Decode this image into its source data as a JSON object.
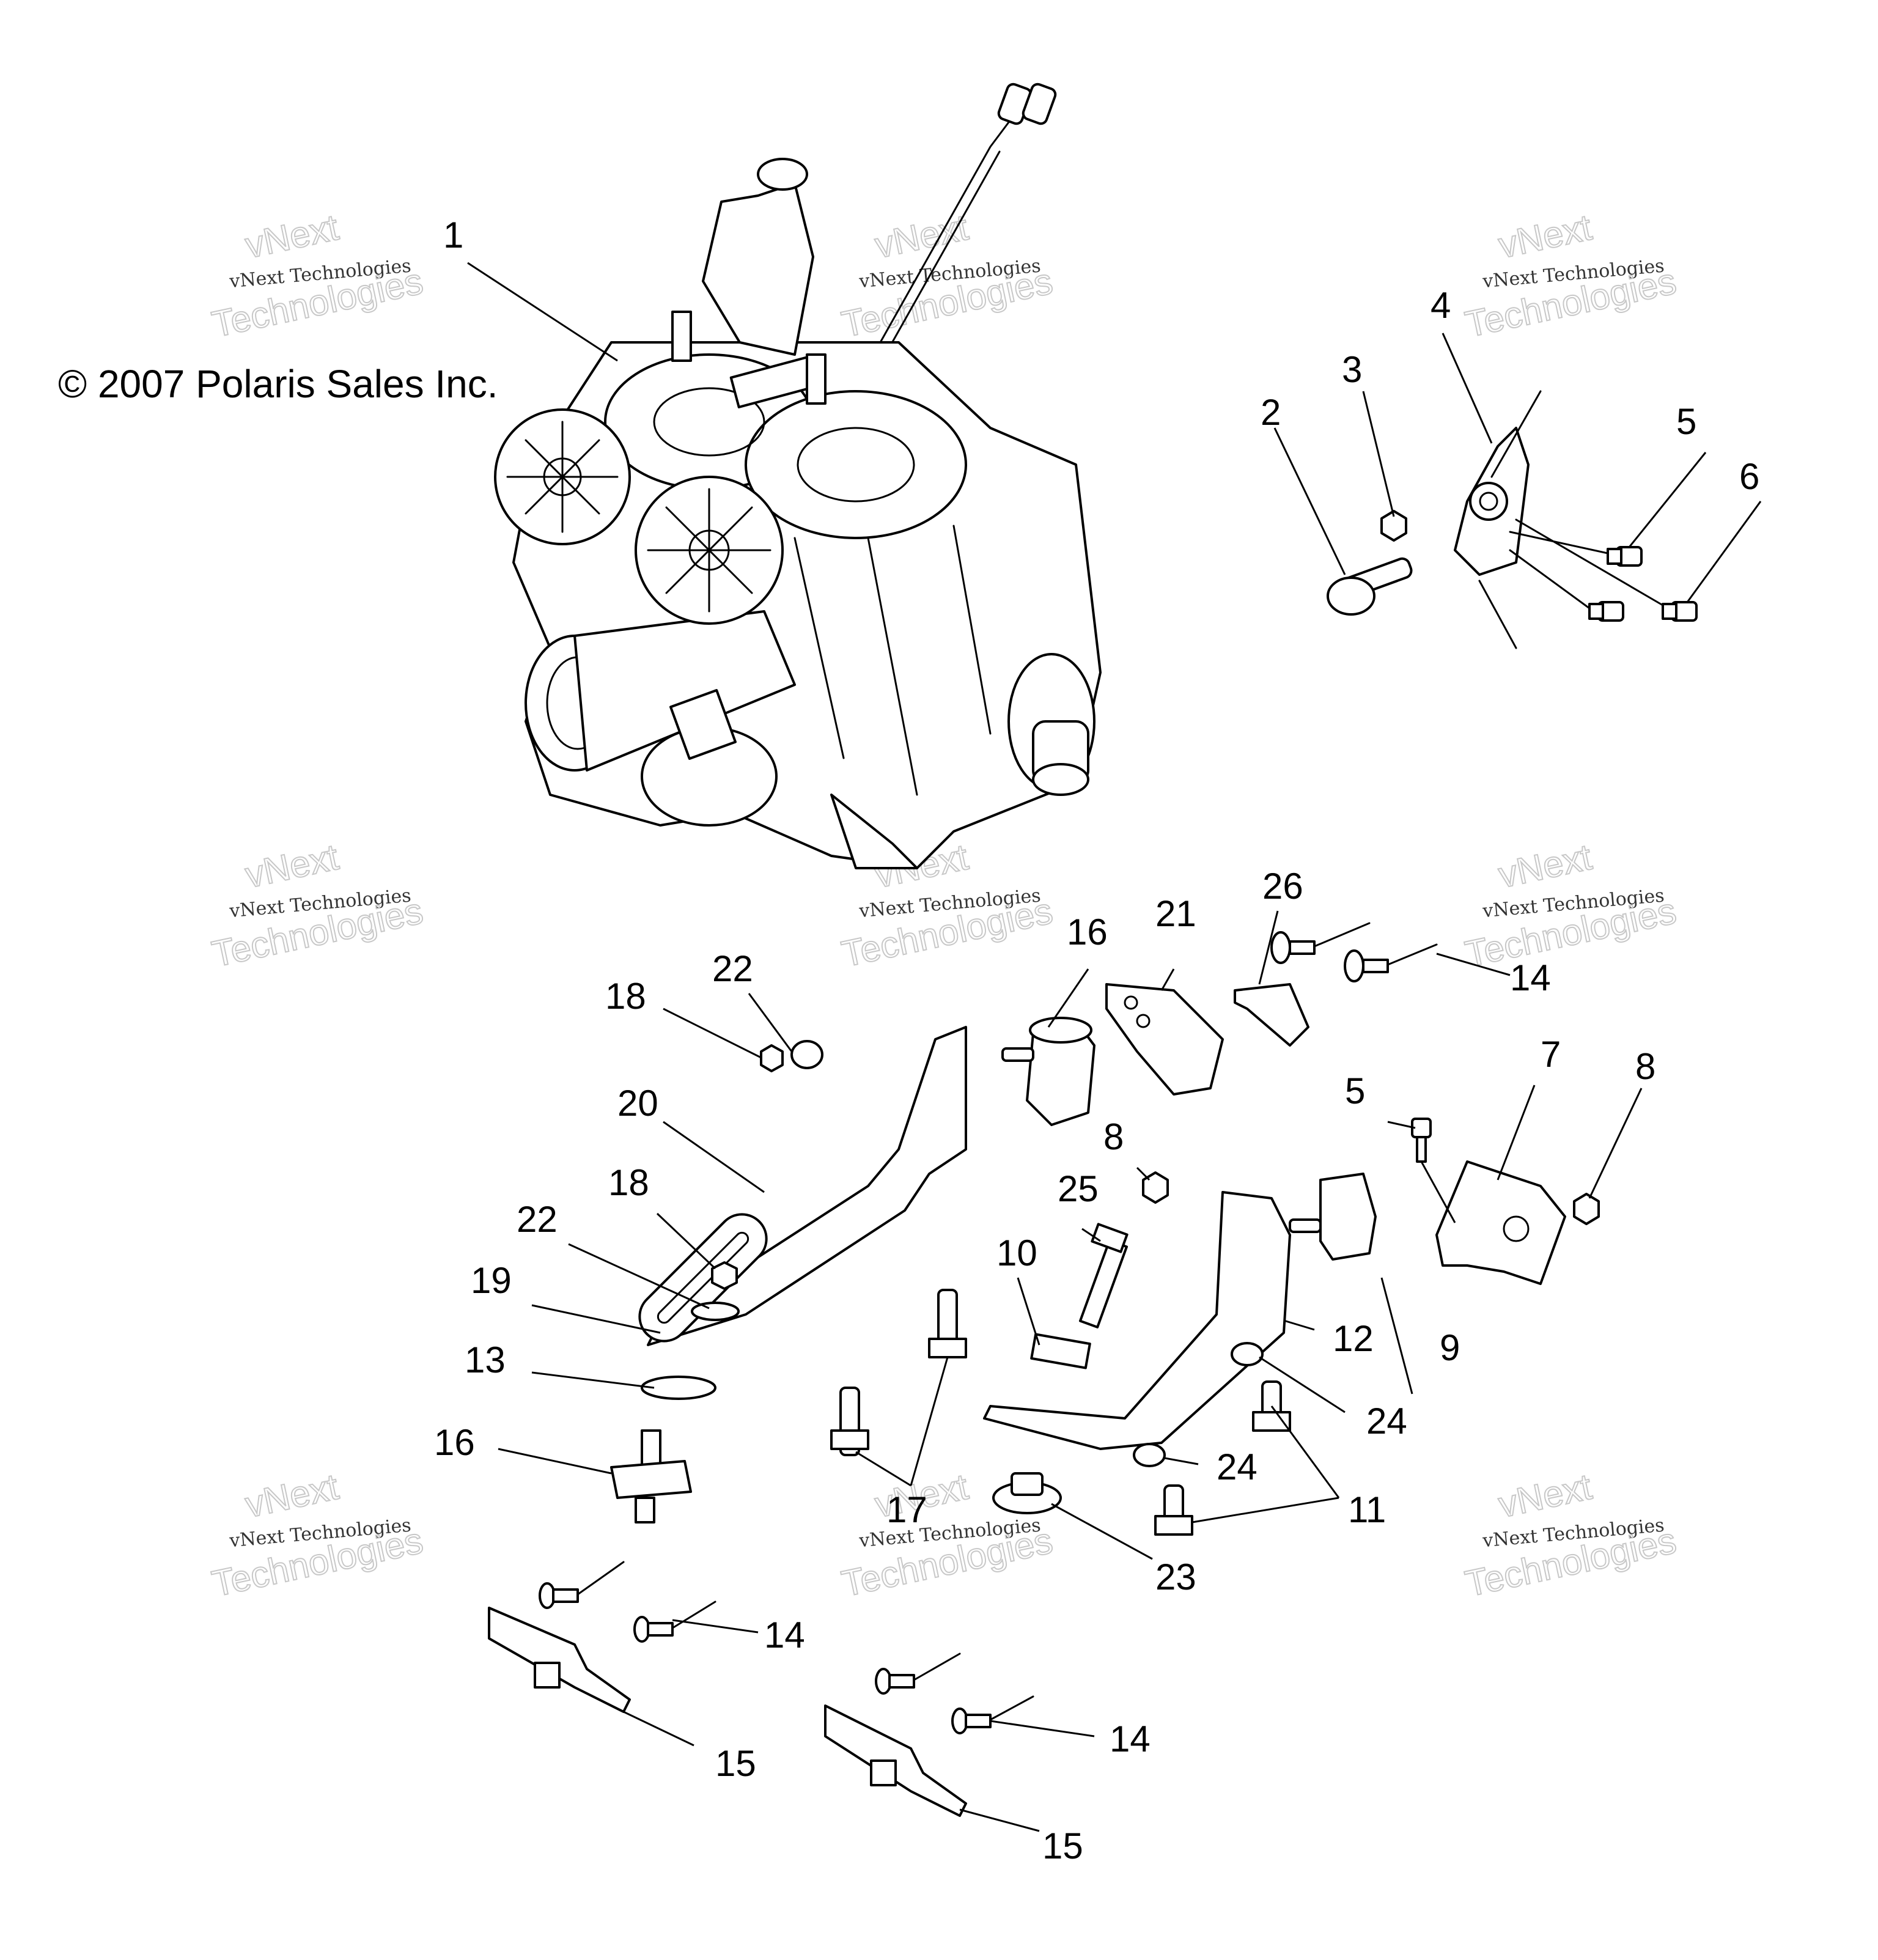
{
  "copyright": "© 2007 Polaris Sales Inc.",
  "watermark": {
    "line_small": "vNext Technologies",
    "line_big_1": "vNext",
    "line_big_2": "Technologies"
  },
  "callouts": {
    "c1": "1",
    "c2": "2",
    "c3": "3",
    "c4": "4",
    "c5a": "5",
    "c6": "6",
    "c16a": "16",
    "c21": "21",
    "c26": "26",
    "c14a": "14",
    "c22a": "22",
    "c18a": "18",
    "c20": "20",
    "c18b": "18",
    "c22b": "22",
    "c19": "19",
    "c13": "13",
    "c16b": "16",
    "c17": "17",
    "c7": "7",
    "c8a": "8",
    "c5b": "5",
    "c8b": "8",
    "c25": "25",
    "c10": "10",
    "c12": "12",
    "c9": "9",
    "c24a": "24",
    "c24b": "24",
    "c11": "11",
    "c23": "23",
    "c14b": "14",
    "c15a": "15",
    "c14c": "14",
    "c15b": "15"
  }
}
